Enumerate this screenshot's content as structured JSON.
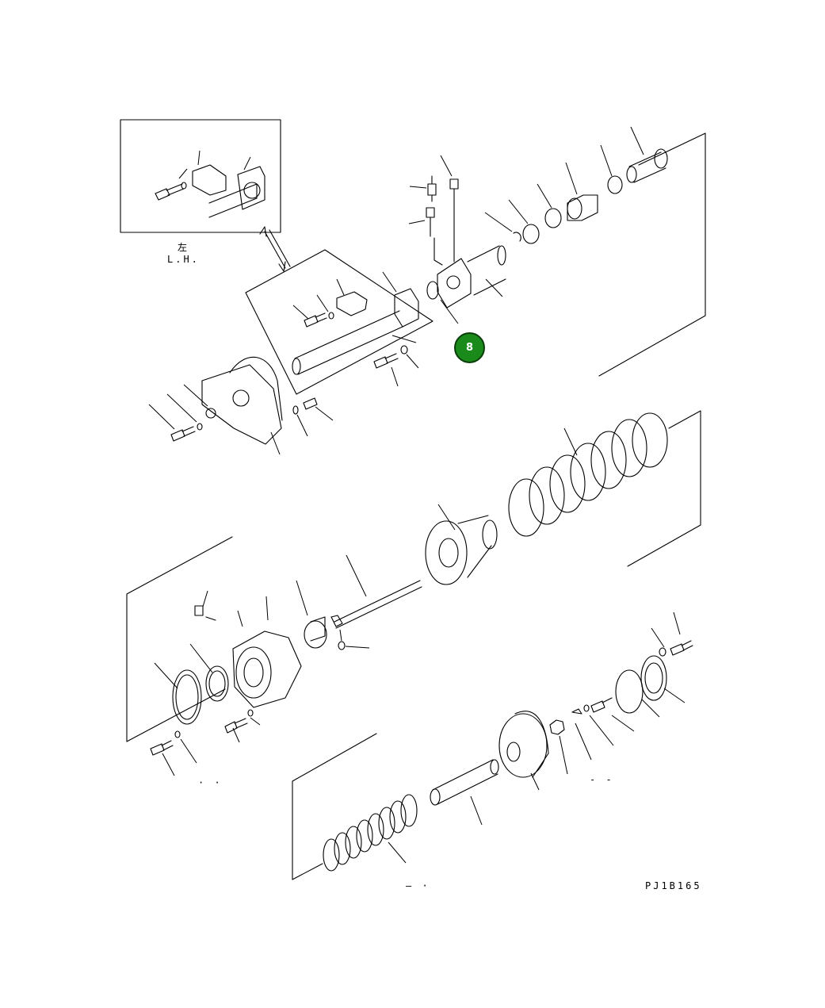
{
  "diagram": {
    "inset_label_cjk": "左",
    "inset_label_latin": "L.H.",
    "drawing_code": "PJ1B165",
    "bottom_mark": "– ·",
    "dash_mark": "- -",
    "dots_mark": "· ·"
  },
  "callout": {
    "number": "8",
    "color": "#1a8a1a"
  }
}
